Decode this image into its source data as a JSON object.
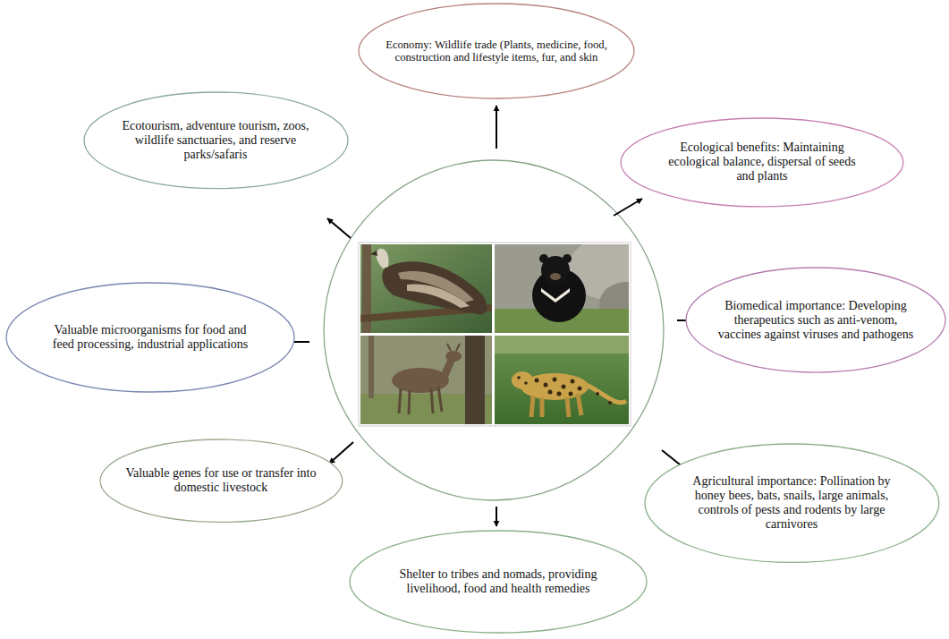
{
  "diagram": {
    "nodes": [
      {
        "text": [
          "Economy: Wildlife trade (Plants, medicine, food, construction and lifestyle items, fur, and skin"
        ]
      },
      {
        "text": [
          "Ecotourism, adventure tourism, zoos, wildlife sanctuaries, and reserve parks/safaris"
        ]
      },
      {
        "text": [
          "Ecological benefits: Maintaining ecological balance, dispersal of seeds and plants"
        ]
      },
      {
        "text": [
          "Valuable microorganisms for food and feed processing, industrial applications"
        ]
      },
      {
        "text": [
          "Biomedical importance: Developing therapeutics such as anti-venom, vaccines against viruses and pathogens"
        ]
      },
      {
        "text": [
          "Valuable genes for use or transfer into domestic livestock"
        ]
      },
      {
        "text": [
          "Agricultural importance: Pollination by honey bees, bats, snails, large animals, controls of pests and rodents by large carnivores"
        ]
      },
      {
        "text": [
          "Shelter to tribes and nomads, providing livelihood, food and health remedies"
        ]
      }
    ]
  }
}
